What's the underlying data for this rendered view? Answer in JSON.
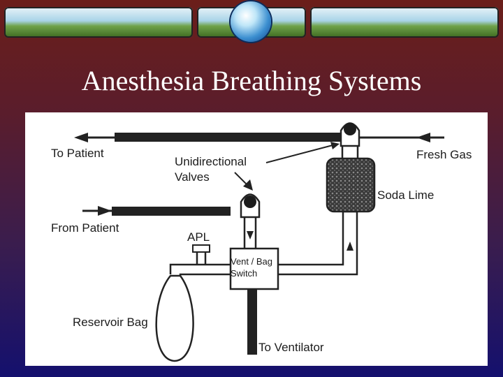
{
  "slide": {
    "title": "Anesthesia Breathing Systems"
  },
  "diagram": {
    "labels": {
      "to_patient": "To Patient",
      "unidirectional_line1": "Unidirectional",
      "unidirectional_line2": "Valves",
      "fresh_gas": "Fresh Gas",
      "soda_lime": "Soda Lime",
      "from_patient": "From Patient",
      "apl": "APL",
      "switch_line1": "Vent / Bag",
      "switch_line2": "Switch",
      "reservoir_bag": "Reservoir Bag",
      "to_ventilator": "To Ventilator"
    }
  }
}
